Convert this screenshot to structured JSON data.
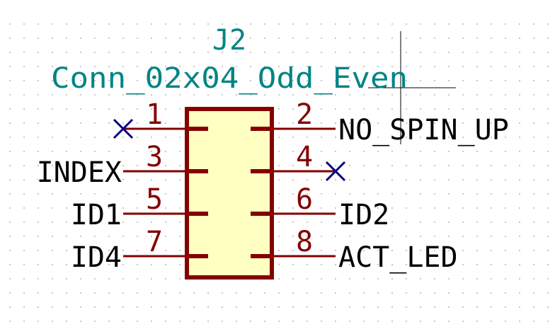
{
  "component": {
    "reference": "J2",
    "value": "Conn_02x04_Odd_Even"
  },
  "pins": [
    {
      "number": "1",
      "net": "",
      "no_connect": true
    },
    {
      "number": "2",
      "net": "NO_SPIN_UP",
      "no_connect": false
    },
    {
      "number": "3",
      "net": "INDEX",
      "no_connect": false
    },
    {
      "number": "4",
      "net": "",
      "no_connect": true
    },
    {
      "number": "5",
      "net": "ID1",
      "no_connect": false
    },
    {
      "number": "6",
      "net": "ID2",
      "no_connect": false
    },
    {
      "number": "7",
      "net": "ID4",
      "no_connect": false
    },
    {
      "number": "8",
      "net": "ACT_LED",
      "no_connect": false
    }
  ],
  "colors": {
    "background": "#ffffff",
    "grid_dot": "#c8c8c8",
    "body_fill": "#ffffc2",
    "body_stroke": "#840000",
    "pin_line": "#840000",
    "pin_number": "#840000",
    "reference_text": "#008484",
    "net_label": "#000000",
    "no_connect": "#000084",
    "cursor": "#000000"
  }
}
